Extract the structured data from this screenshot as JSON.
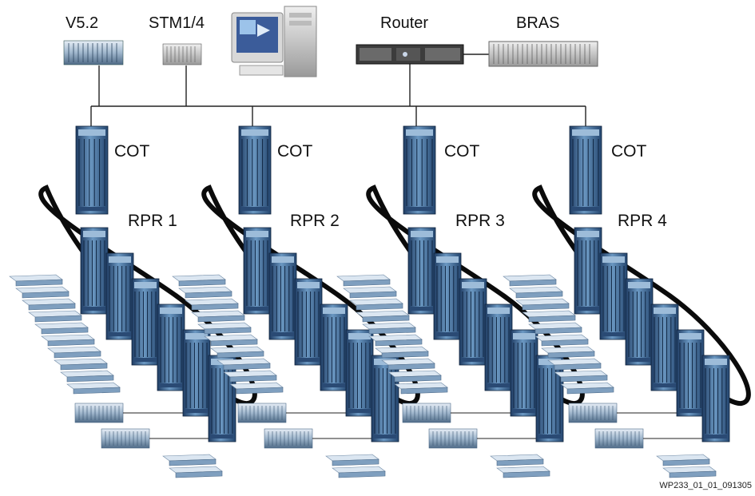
{
  "labels": {
    "v52": "V5.2",
    "stm": "STM1/4",
    "router": "Router",
    "bras": "BRAS",
    "cot1": "COT",
    "cot2": "COT",
    "cot3": "COT",
    "cot4": "COT",
    "rpr1": "RPR 1",
    "rpr2": "RPR 2",
    "rpr3": "RPR 3",
    "rpr4": "RPR 4"
  },
  "caption": "WP233_01_01_091305",
  "colors": {
    "rack_dark": "#1f3c63",
    "rack_mid": "#5f8fb8",
    "rack_light": "#c9dced",
    "ring": "#0b0b0b",
    "line": "#222222"
  },
  "icons": {
    "v52": "equipment-shelf-icon",
    "stm": "equipment-shelf-icon",
    "pc": "computer-icon",
    "router": "router-icon",
    "bras": "bras-rack-icon"
  }
}
